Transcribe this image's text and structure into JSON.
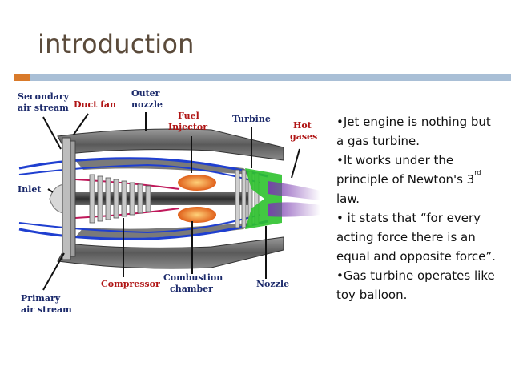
{
  "slide": {
    "title": "introduction",
    "bullets": [
      {
        "marker": "•",
        "text": "Jet engine is nothing but a gas turbine."
      },
      {
        "marker": "•",
        "text": "It works under the principle of Newton's 3",
        "sup": "rd",
        "tail": " law."
      },
      {
        "marker": "•",
        "text": " it stats that “for every acting force there is an equal and opposite force”."
      },
      {
        "marker": "•",
        "text": "Gas turbine operates like toy balloon."
      }
    ]
  },
  "diagram": {
    "labels": {
      "secondary_air_1": "Secondary",
      "secondary_air_2": "air stream",
      "duct_fan": "Duct fan",
      "outer_nozzle_1": "Outer",
      "outer_nozzle_2": "nozzle",
      "fuel_injector_1": "Fuel",
      "fuel_injector_2": "Injector",
      "turbine": "Turbine",
      "hot_gases_1": "Hot",
      "hot_gases_2": "gases",
      "inlet": "Inlet",
      "compressor": "Compressor",
      "combustion_1": "Combustion",
      "combustion_2": "chamber",
      "nozzle": "Nozzle",
      "primary_air_1": "Primary",
      "primary_air_2": "air stream"
    },
    "colors": {
      "label_navy": "#1c2a6b",
      "label_red": "#b01515",
      "casing": "#4a4a4a",
      "bypass_flow": "#1f3fd0",
      "core_flow": "#c0185a",
      "nozzle_green": "#2ec22e",
      "exhaust_purple": "#7a3bb0",
      "flame": "#f08a2a"
    }
  }
}
